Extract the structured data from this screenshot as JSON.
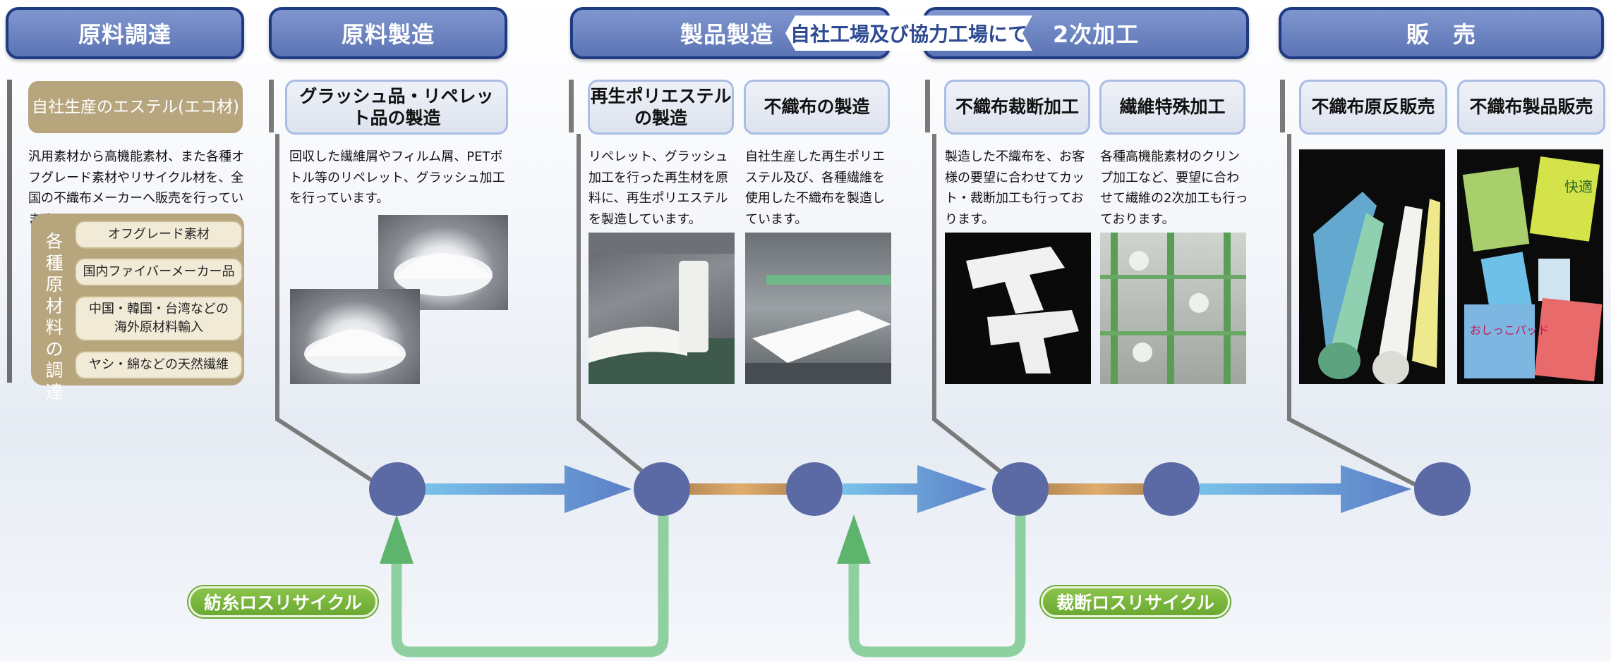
{
  "stages": {
    "procurement": "原料調達",
    "raw_manufacturing": "原料製造",
    "product_manufacturing": "製品製造",
    "factory_tag": "自社工場及び協力工場にて",
    "secondary_processing": "2次加工",
    "sales": "販　売"
  },
  "procurement": {
    "tab": "自社生産のエステル(エコ材)",
    "description": "汎用素材から高機能素材、また各種オフグレード素材やリサイクル材を、全国の不織布メーカーへ販売を行っています。",
    "vertical_label": "各種原材料の調達",
    "items": [
      "オフグレード素材",
      "国内ファイバーメーカー品",
      "中国・韓国・台湾などの海外原材料輸入",
      "ヤシ・綿などの天然繊維"
    ]
  },
  "raw_manufacturing": {
    "tab": "グラッシュ品・リペレット品の製造",
    "description": "回収した繊維屑やフィルム屑、PETボトル等のリペレット、グラッシュ加工を行っています。"
  },
  "product_manufacturing": {
    "recycled_polyester_tab": "再生ポリエステルの製造",
    "recycled_polyester_desc": "リペレット、グラッシュ加工を行った再生材を原料に、再生ポリエステルを製造しています。",
    "nonwoven_tab": "不織布の製造",
    "nonwoven_desc": "自社生産した再生ポリエステル及び、各種繊維を使用した不織布を製造しています。"
  },
  "secondary_processing": {
    "cutting_tab": "不織布裁断加工",
    "cutting_desc": "製造した不織布を、お客様の要望に合わせてカット・裁断加工も行っております。",
    "special_tab": "繊維特殊加工",
    "special_desc": "各種高機能素材のクリンプ加工など、要望に合わせて繊維の2次加工も行っております。"
  },
  "sales": {
    "roll_tab": "不織布原反販売",
    "product_tab": "不織布製品販売"
  },
  "recycle": {
    "spinning_loss": "紡糸ロスリサイクル",
    "cutting_loss": "裁断ロスリサイクル"
  },
  "product_package": {
    "brand": "快適",
    "pad": "おしっこパッド"
  },
  "colors": {
    "stage_fill": "#6b82c2",
    "stage_border": "#1e3a82",
    "node": "#5b6aa4",
    "blue_arrow": "#6f9fd8",
    "orange_connector": "#c9955a",
    "green_recycle": "#7dc58e",
    "recycle_label": "#7ab83e",
    "brown_tab": "#b7a57e"
  }
}
